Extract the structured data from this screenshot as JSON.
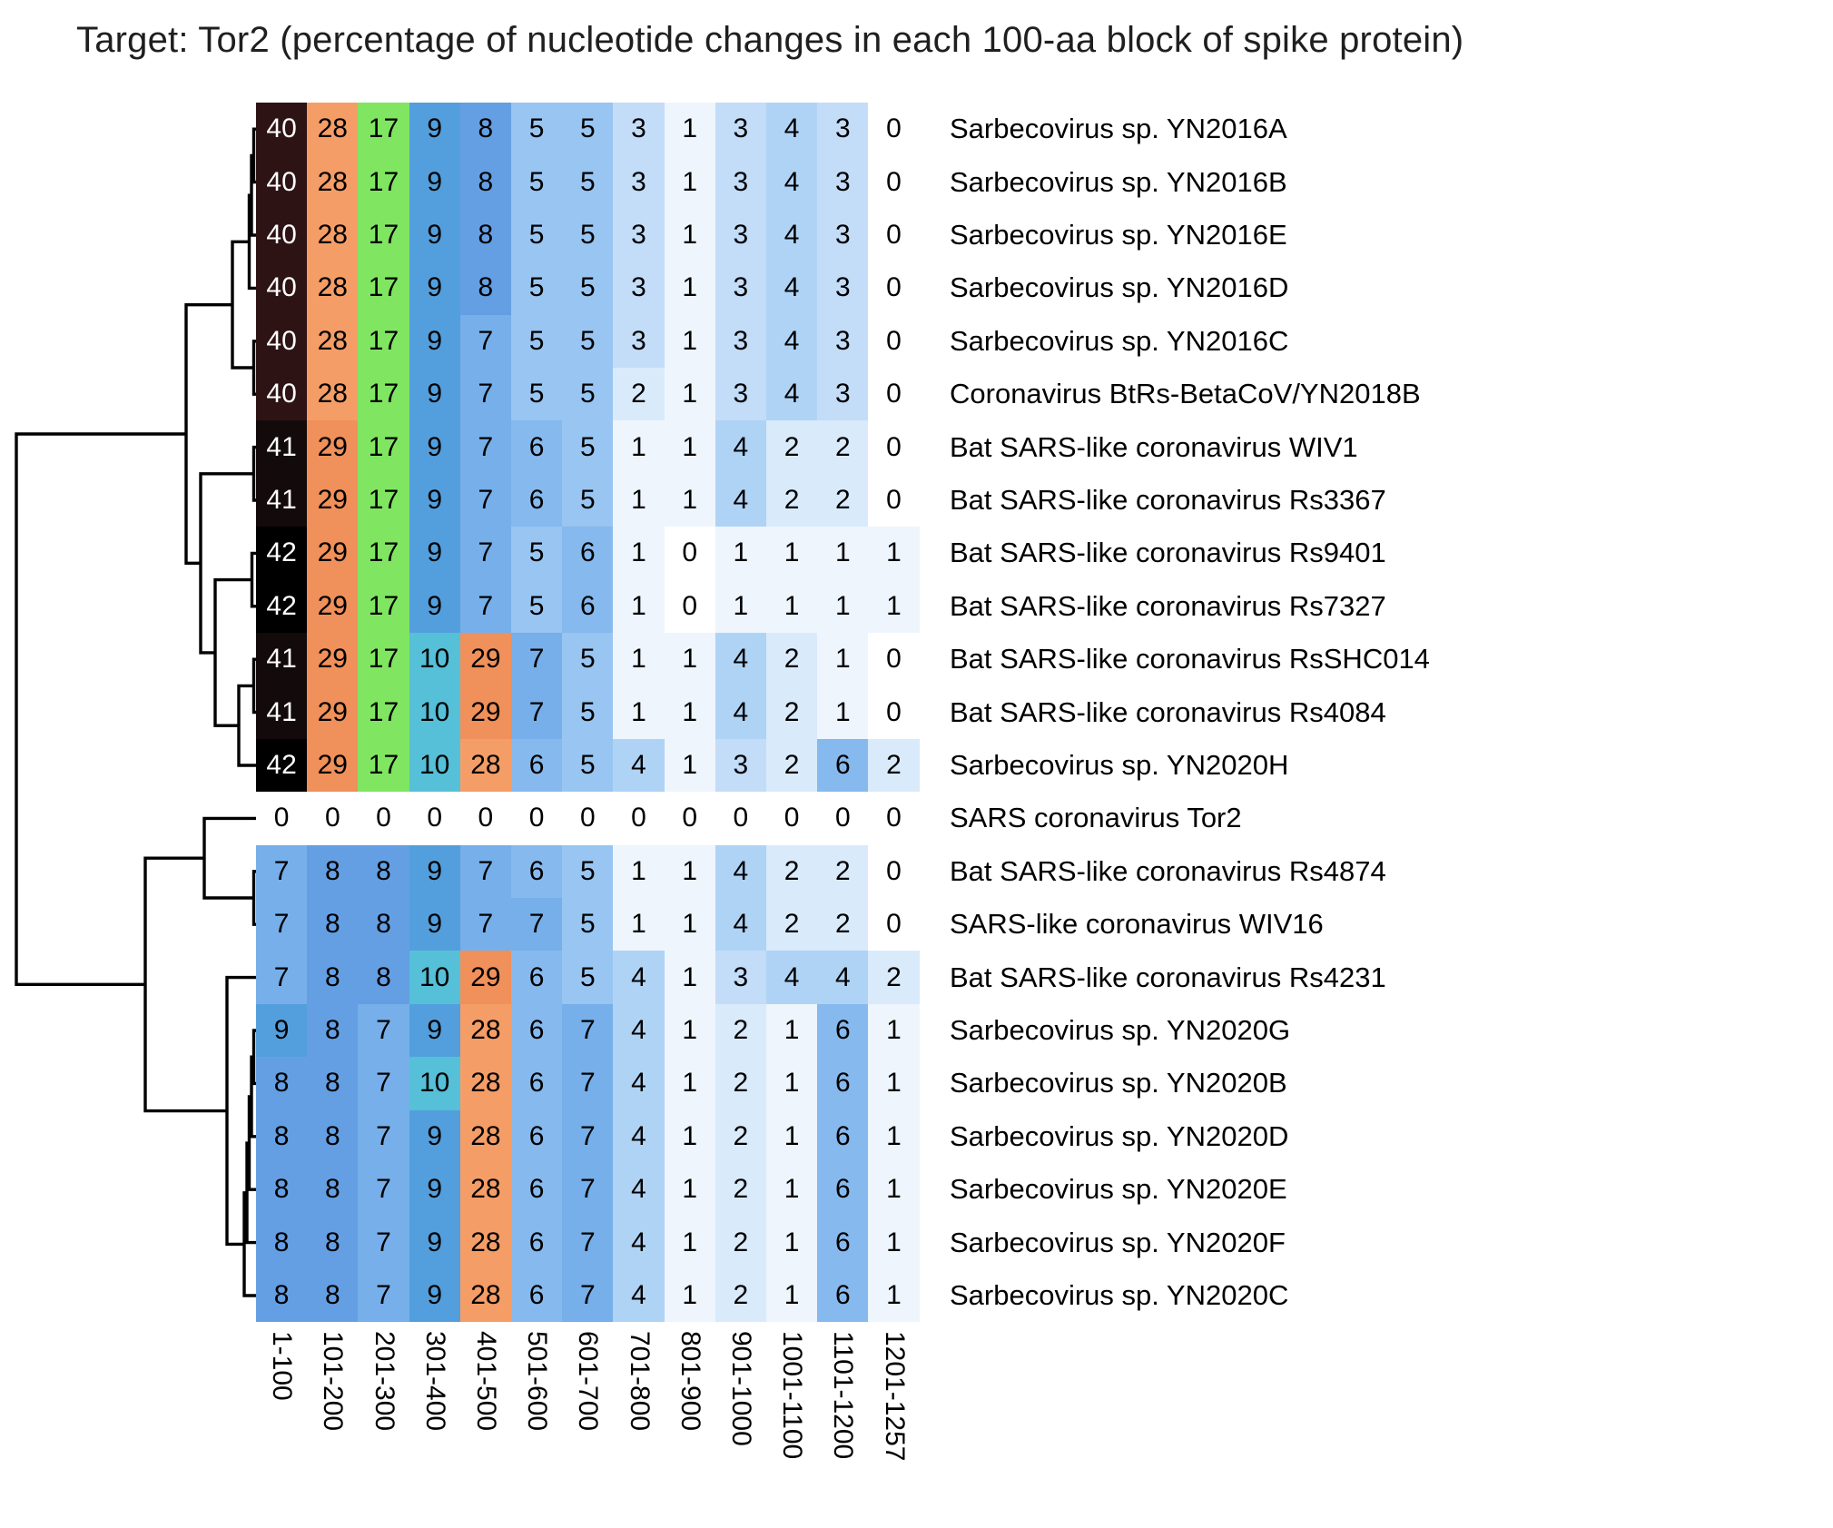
{
  "title": "Target: Tor2 (percentage of nucleotide changes in each 100-aa block of spike protein)",
  "chart_data": {
    "type": "heatmap",
    "title": "Target: Tor2 (percentage of nucleotide changes in each 100-aa block of spike protein)",
    "xlabel": "",
    "ylabel": "",
    "legend": "none",
    "grid": false,
    "layout_hints": {
      "dendrogram": "left",
      "row_labels": "right",
      "column_labels": "bottom-rotated-90deg"
    },
    "columns": [
      "1-100",
      "101-200",
      "201-300",
      "301-400",
      "401-500",
      "501-600",
      "601-700",
      "701-800",
      "801-900",
      "901-1000",
      "1001-1100",
      "1101-1200",
      "1201-1257"
    ],
    "rows": [
      {
        "name": "Sarbecovirus sp. YN2016A",
        "values": [
          40,
          28,
          17,
          9,
          8,
          5,
          5,
          3,
          1,
          3,
          4,
          3,
          0
        ]
      },
      {
        "name": "Sarbecovirus sp. YN2016B",
        "values": [
          40,
          28,
          17,
          9,
          8,
          5,
          5,
          3,
          1,
          3,
          4,
          3,
          0
        ]
      },
      {
        "name": "Sarbecovirus sp. YN2016E",
        "values": [
          40,
          28,
          17,
          9,
          8,
          5,
          5,
          3,
          1,
          3,
          4,
          3,
          0
        ]
      },
      {
        "name": "Sarbecovirus sp. YN2016D",
        "values": [
          40,
          28,
          17,
          9,
          8,
          5,
          5,
          3,
          1,
          3,
          4,
          3,
          0
        ]
      },
      {
        "name": "Sarbecovirus sp. YN2016C",
        "values": [
          40,
          28,
          17,
          9,
          7,
          5,
          5,
          3,
          1,
          3,
          4,
          3,
          0
        ]
      },
      {
        "name": "Coronavirus BtRs-BetaCoV/YN2018B",
        "values": [
          40,
          28,
          17,
          9,
          7,
          5,
          5,
          2,
          1,
          3,
          4,
          3,
          0
        ]
      },
      {
        "name": "Bat SARS-like coronavirus WIV1",
        "values": [
          41,
          29,
          17,
          9,
          7,
          6,
          5,
          1,
          1,
          4,
          2,
          2,
          0
        ]
      },
      {
        "name": "Bat SARS-like coronavirus Rs3367",
        "values": [
          41,
          29,
          17,
          9,
          7,
          6,
          5,
          1,
          1,
          4,
          2,
          2,
          0
        ]
      },
      {
        "name": "Bat SARS-like coronavirus Rs9401",
        "values": [
          42,
          29,
          17,
          9,
          7,
          5,
          6,
          1,
          0,
          1,
          1,
          1,
          1
        ]
      },
      {
        "name": "Bat SARS-like coronavirus Rs7327",
        "values": [
          42,
          29,
          17,
          9,
          7,
          5,
          6,
          1,
          0,
          1,
          1,
          1,
          1
        ]
      },
      {
        "name": "Bat SARS-like coronavirus RsSHC014",
        "values": [
          41,
          29,
          17,
          10,
          29,
          7,
          5,
          1,
          1,
          4,
          2,
          1,
          0
        ]
      },
      {
        "name": "Bat SARS-like coronavirus Rs4084",
        "values": [
          41,
          29,
          17,
          10,
          29,
          7,
          5,
          1,
          1,
          4,
          2,
          1,
          0
        ]
      },
      {
        "name": "Sarbecovirus sp. YN2020H",
        "values": [
          42,
          29,
          17,
          10,
          28,
          6,
          5,
          4,
          1,
          3,
          2,
          6,
          2
        ]
      },
      {
        "name": "SARS coronavirus Tor2",
        "values": [
          0,
          0,
          0,
          0,
          0,
          0,
          0,
          0,
          0,
          0,
          0,
          0,
          0
        ]
      },
      {
        "name": "Bat SARS-like coronavirus Rs4874",
        "values": [
          7,
          8,
          8,
          9,
          7,
          6,
          5,
          1,
          1,
          4,
          2,
          2,
          0
        ]
      },
      {
        "name": "SARS-like coronavirus WIV16",
        "values": [
          7,
          8,
          8,
          9,
          7,
          7,
          5,
          1,
          1,
          4,
          2,
          2,
          0
        ]
      },
      {
        "name": "Bat SARS-like coronavirus Rs4231",
        "values": [
          7,
          8,
          8,
          10,
          29,
          6,
          5,
          4,
          1,
          3,
          4,
          4,
          2
        ]
      },
      {
        "name": "Sarbecovirus sp. YN2020G",
        "values": [
          9,
          8,
          7,
          9,
          28,
          6,
          7,
          4,
          1,
          2,
          1,
          6,
          1
        ]
      },
      {
        "name": "Sarbecovirus sp. YN2020B",
        "values": [
          8,
          8,
          7,
          10,
          28,
          6,
          7,
          4,
          1,
          2,
          1,
          6,
          1
        ]
      },
      {
        "name": "Sarbecovirus sp. YN2020D",
        "values": [
          8,
          8,
          7,
          9,
          28,
          6,
          7,
          4,
          1,
          2,
          1,
          6,
          1
        ]
      },
      {
        "name": "Sarbecovirus sp. YN2020E",
        "values": [
          8,
          8,
          7,
          9,
          28,
          6,
          7,
          4,
          1,
          2,
          1,
          6,
          1
        ]
      },
      {
        "name": "Sarbecovirus sp. YN2020F",
        "values": [
          8,
          8,
          7,
          9,
          28,
          6,
          7,
          4,
          1,
          2,
          1,
          6,
          1
        ]
      },
      {
        "name": "Sarbecovirus sp. YN2020C",
        "values": [
          8,
          8,
          7,
          9,
          28,
          6,
          7,
          4,
          1,
          2,
          1,
          6,
          1
        ]
      }
    ],
    "color_scale": {
      "0": "#ffffff",
      "1": "#eef5fd",
      "2": "#d9eafb",
      "3": "#c3dcf8",
      "4": "#afd3f5",
      "5": "#98c5f1",
      "6": "#86b9ee",
      "7": "#76afe9",
      "8": "#649fe4",
      "9": "#539fdd",
      "10": "#55c0d8",
      "17": "#80e561",
      "28": "#f59d67",
      "29": "#f0905a",
      "40": "#2e1315",
      "41": "#130a0b",
      "42": "#000000"
    },
    "value_text_color": "#000000",
    "dark_value_text_color": "#ffffff",
    "dendrogram_color": "#000000"
  }
}
